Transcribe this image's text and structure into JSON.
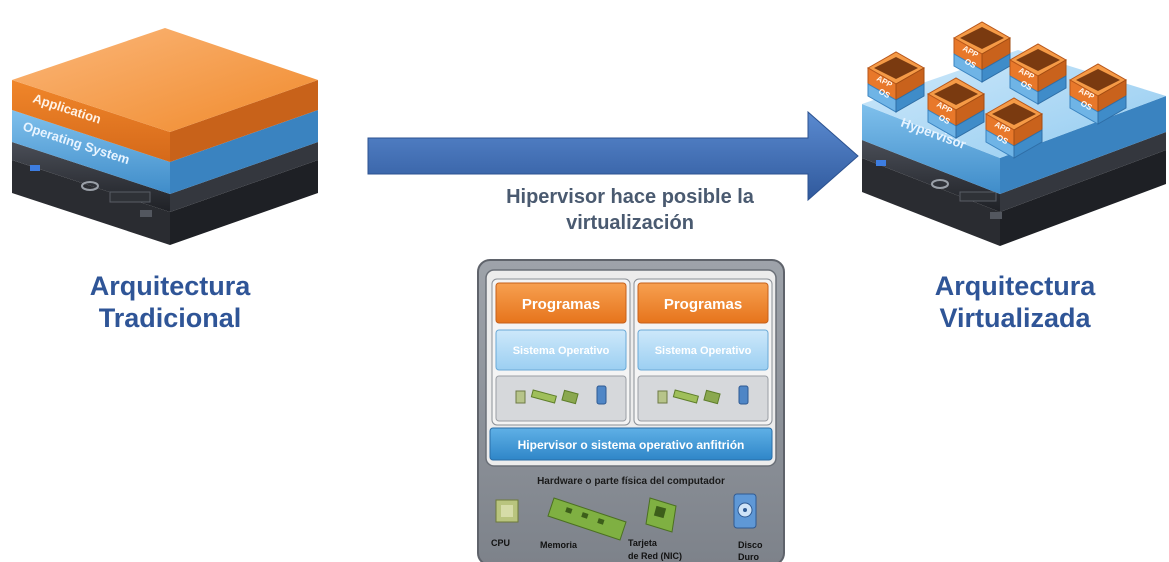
{
  "traditional": {
    "layer_application": "Application",
    "layer_os": "Operating System",
    "title_line1": "Arquitectura",
    "title_line2": "Tradicional"
  },
  "virtualized": {
    "layer_hypervisor": "Hypervisor",
    "vm_app": "APP",
    "vm_os": "OS",
    "title_line1": "Arquitectura",
    "title_line2": "Virtualizada"
  },
  "arrow_caption_line1": "Hipervisor hace posible la",
  "arrow_caption_line2": "virtualización",
  "stack": {
    "programs_left": "Programas",
    "programs_right": "Programas",
    "os_left": "Sistema Operativo",
    "os_right": "Sistema Operativo",
    "hypervisor": "Hipervisor o sistema operativo anfitrión",
    "hardware": "Hardware o parte física del computador",
    "components": {
      "cpu": "CPU",
      "memory": "Memoria",
      "nic_line1": "Tarjeta",
      "nic_line2": "de Red (NIC)",
      "disk_line1": "Disco",
      "disk_line2": "Duro"
    }
  },
  "colors": {
    "orange": "#f28a2e",
    "blue": "#5aa3d8",
    "arrow": "#3f6fb5",
    "caption": "#2f5597",
    "server": "#3a3d44"
  }
}
